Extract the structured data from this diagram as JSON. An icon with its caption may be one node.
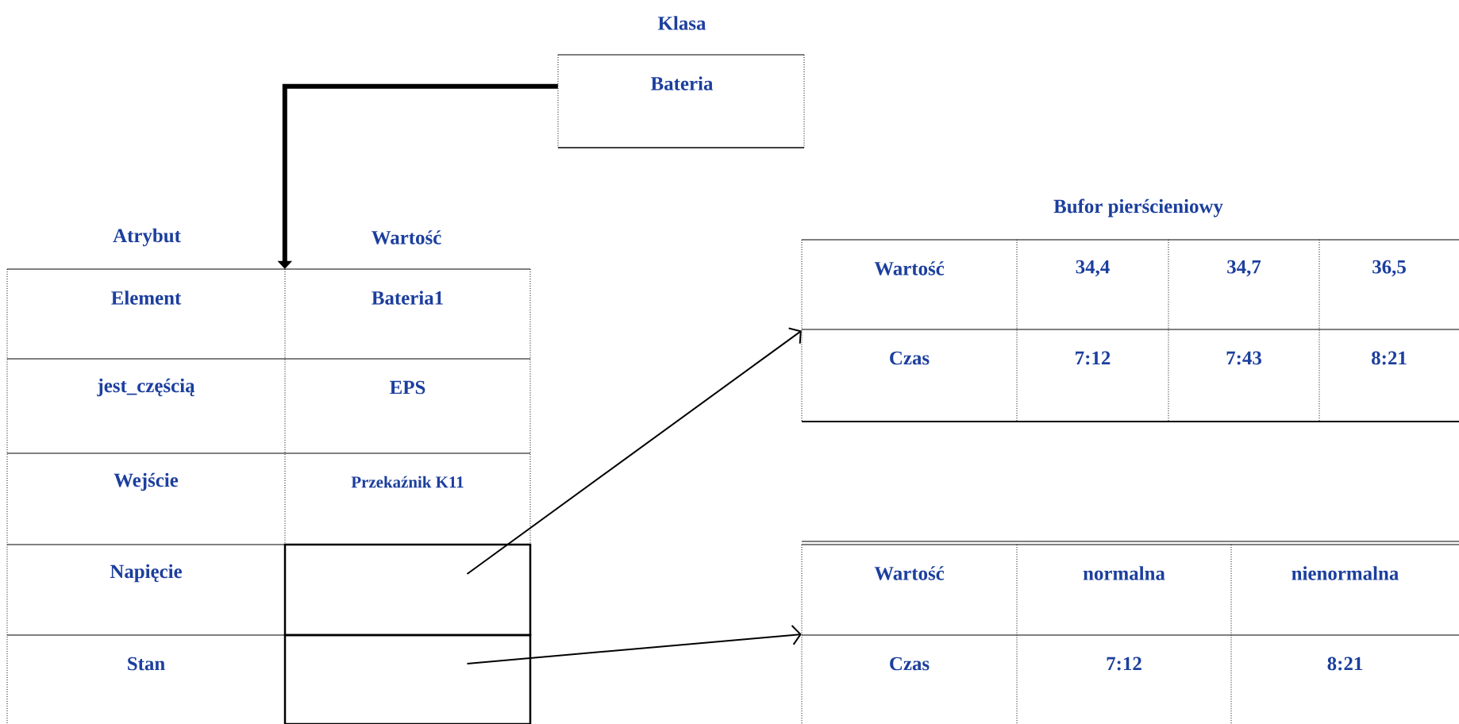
{
  "diagram": {
    "nodes": [
      {
        "text": [
          "Klasa",
          "Bateria"
        ]
      },
      {
        "text": [
          "Atrybut",
          "Wartość"
        ]
      },
      {
        "text": [
          "Element"
        ],
        "in": 1
      },
      {
        "text": [
          "Bateria1"
        ],
        "in": 1
      },
      {
        "text": [
          "jest_częścią"
        ],
        "in": 1
      },
      {
        "text": [
          "EPS"
        ],
        "in": 1
      },
      {
        "text": [
          "Wejście"
        ],
        "in": 1
      },
      {
        "text": [
          "Przekaźnik K11"
        ],
        "in": 1
      },
      {
        "text": [
          "Napięcie"
        ],
        "in": 1
      },
      {
        "text": [],
        "shape": "box",
        "in": 1
      },
      {
        "text": [
          "Stan"
        ],
        "in": 1
      },
      {
        "text": [],
        "shape": "box",
        "in": 1
      },
      {
        "text": [
          "Bufor pierścieniowy"
        ]
      },
      {
        "text": [
          "Wartość"
        ],
        "in": 12
      },
      {
        "text": [
          "34,4"
        ],
        "in": 12
      },
      {
        "text": [
          "34,7"
        ],
        "in": 12
      },
      {
        "text": [
          "36,5"
        ],
        "in": 12
      },
      {
        "text": [
          "Czas"
        ],
        "in": 12
      },
      {
        "text": [
          "7:12"
        ],
        "in": 12
      },
      {
        "text": [
          "7:43"
        ],
        "in": 12
      },
      {
        "text": [
          "8:21"
        ],
        "in": 12
      },
      {
        "text": [],
        "shape": "box"
      },
      {
        "text": [
          "Wartość"
        ],
        "in": 21
      },
      {
        "text": [
          "normalna"
        ],
        "in": 21
      },
      {
        "text": [
          "nienormalna"
        ],
        "in": 21
      },
      {
        "text": [
          "Czas"
        ],
        "in": 21
      },
      {
        "text": [
          "7:12"
        ],
        "in": 21
      },
      {
        "text": [
          "8:21"
        ],
        "in": 21
      }
    ],
    "edges": [
      {
        "from": 0,
        "to": 1,
        "arrow": "to",
        "style": "thick"
      },
      {
        "from": 9,
        "to": 12,
        "arrow": "to"
      },
      {
        "from": 11,
        "to": 21,
        "arrow": "to"
      }
    ]
  }
}
